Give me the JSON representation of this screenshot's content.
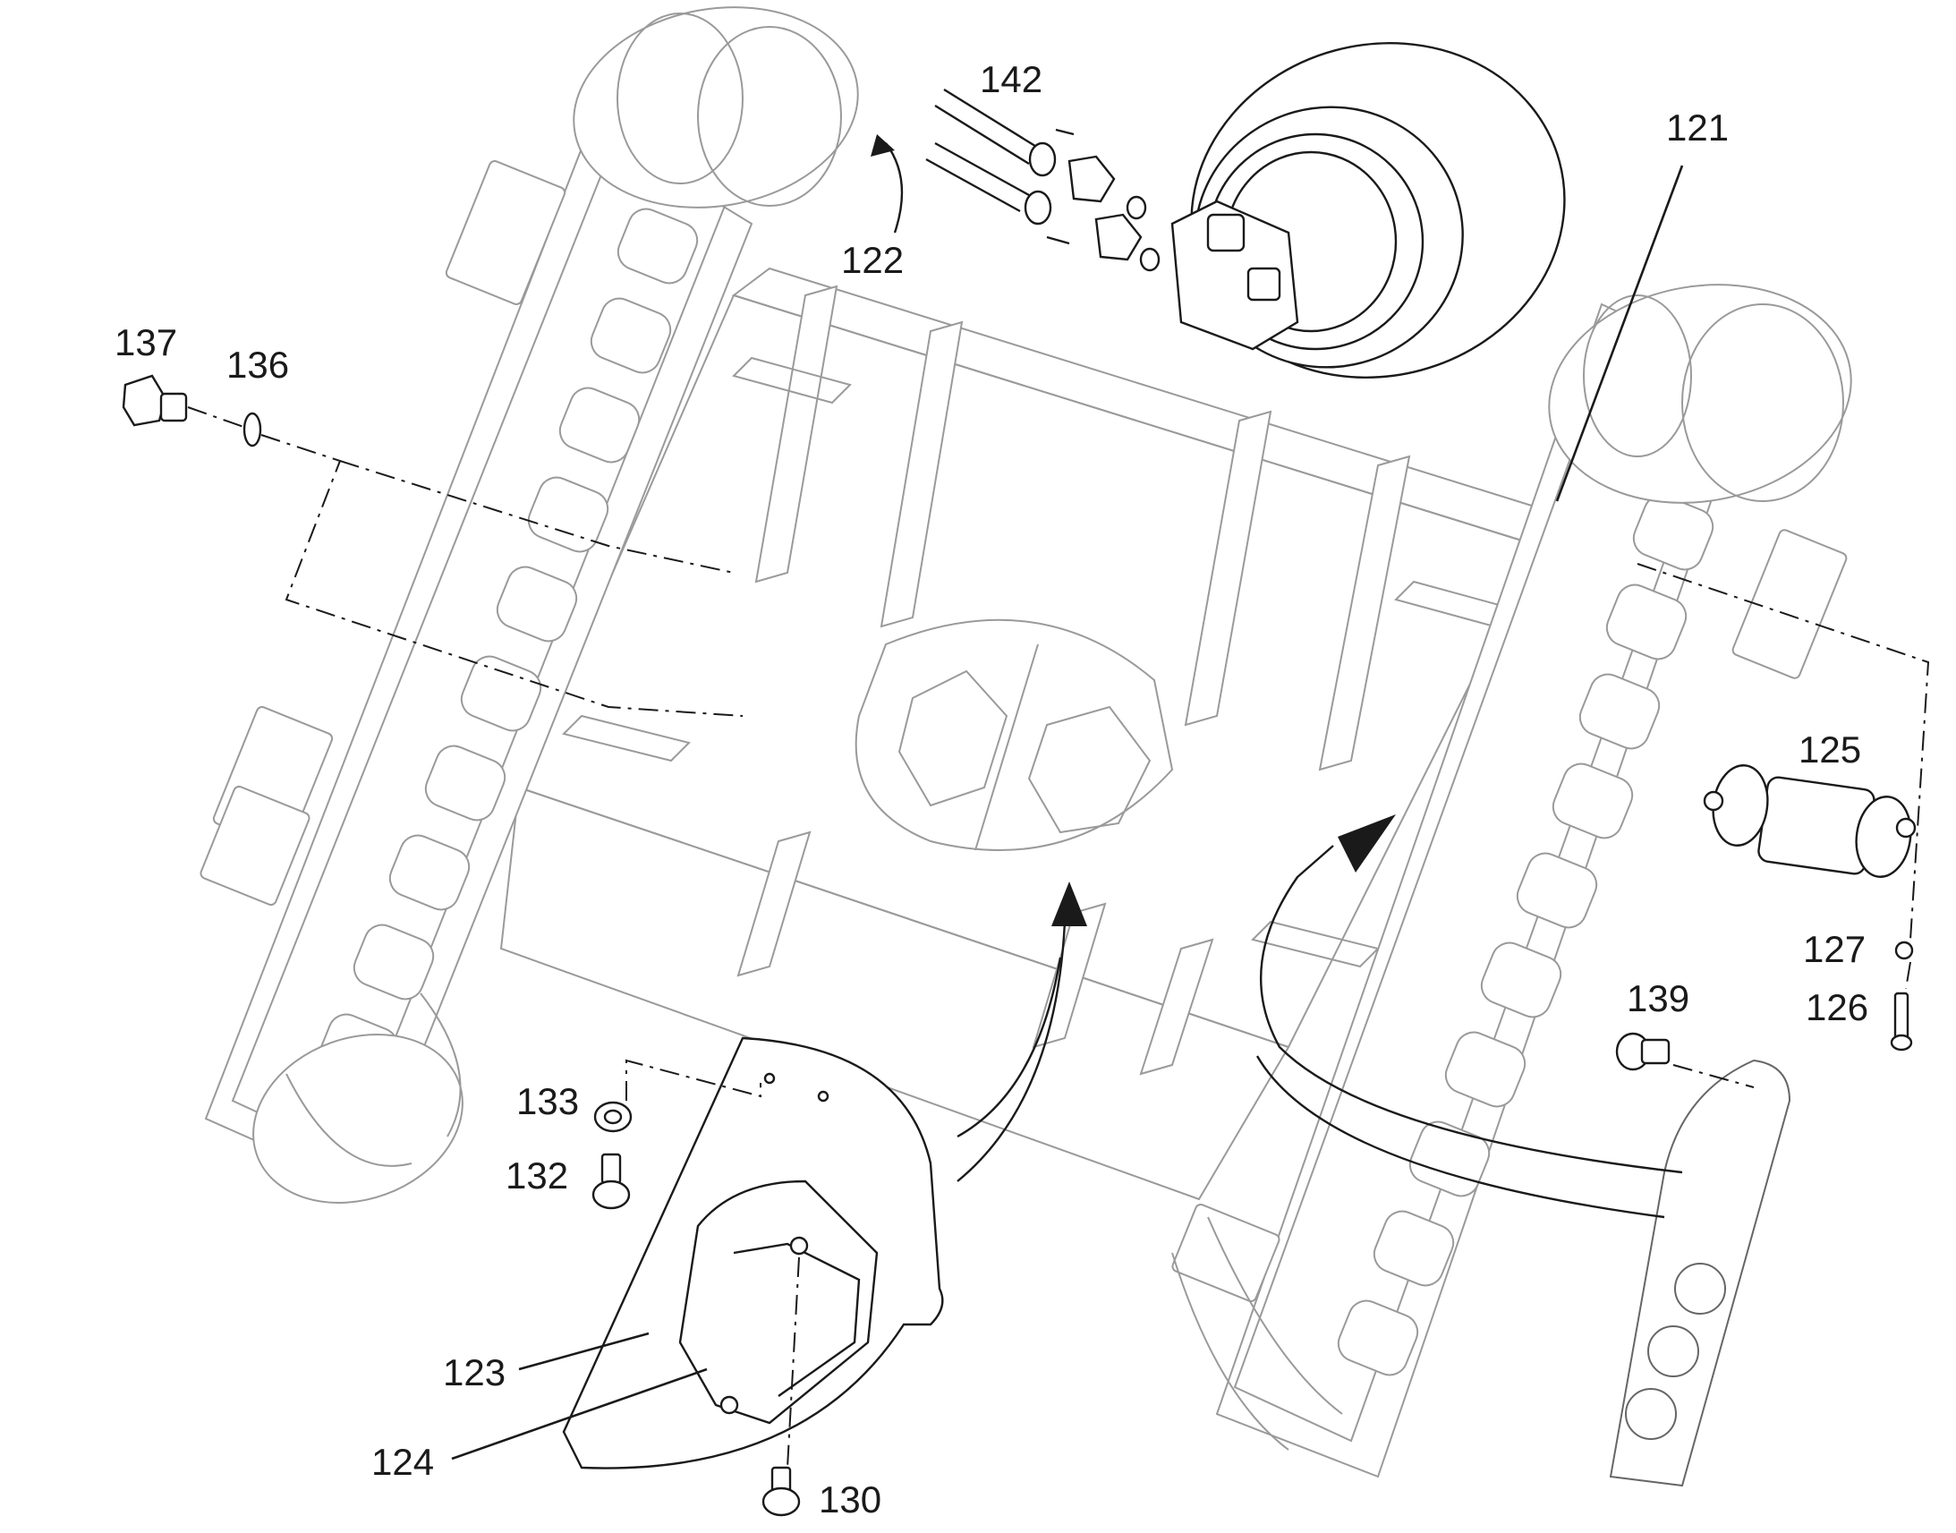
{
  "labels": {
    "l121": "121",
    "l122": "122",
    "l123": "123",
    "l124": "124",
    "l125": "125",
    "l126": "126",
    "l127": "127",
    "l130": "130",
    "l132": "132",
    "l133": "133",
    "l136": "136",
    "l137": "137",
    "l139": "139",
    "l142": "142"
  }
}
